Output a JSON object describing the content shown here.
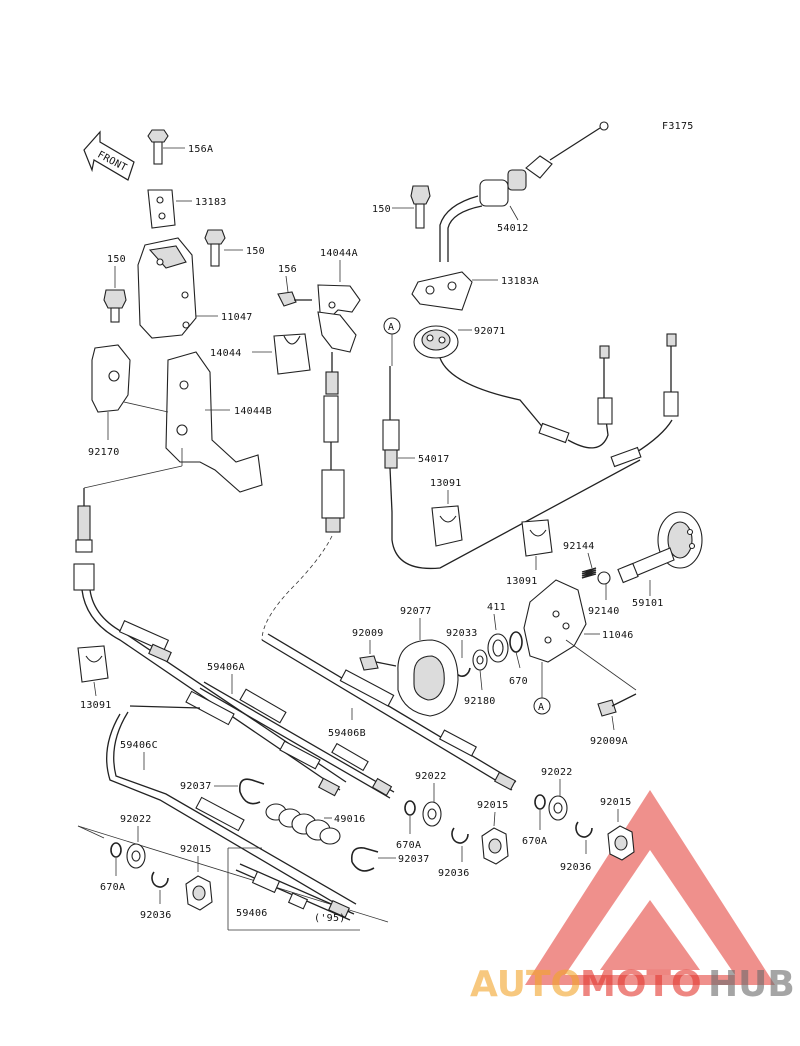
{
  "diagram": {
    "ref_code": "F3175",
    "front_label": "FRONT",
    "view_marker": "A",
    "labels": {
      "p156A": "156A",
      "p13183": "13183",
      "p150_top": "150",
      "p150_left": "150",
      "p11047": "11047",
      "p156": "156",
      "p14044A": "14044A",
      "p14044": "14044",
      "p14044B": "14044B",
      "p92170": "92170",
      "p150_right": "150",
      "p54012": "54012",
      "p13183A": "13183A",
      "p92071": "92071",
      "p54017": "54017",
      "p13091_mid": "13091",
      "p13091_right": "13091",
      "p13091_left": "13091",
      "p92144": "92144",
      "p92140": "92140",
      "p59101": "59101",
      "p92077": "92077",
      "p411": "411",
      "p92009": "92009",
      "p92033": "92033",
      "p11046": "11046",
      "p670": "670",
      "p92180": "92180",
      "p92009A": "92009A",
      "p59406A": "59406A",
      "p59406B": "59406B",
      "p59406C": "59406C",
      "p92037_a": "92037",
      "p92037_b": "92037",
      "p49016": "49016",
      "p92022_a": "92022",
      "p92022_b": "92022",
      "p92022_c": "92022",
      "p92015_a": "92015",
      "p92015_b": "92015",
      "p92015_c": "92015",
      "p670A_a": "670A",
      "p670A_b": "670A",
      "p670A_c": "670A",
      "p92036_a": "92036",
      "p92036_b": "92036",
      "p92036_c": "92036",
      "p59406": "59406",
      "p95": "('95)"
    }
  },
  "watermark": {
    "brand_part1": "AUTO",
    "brand_part2": "MOTO",
    "brand_part3": "HUB",
    "color_triangle": "#e3372f",
    "color_part1": "#f2a52b",
    "color_part2": "#e3372f",
    "color_part3": "#6b6b6b"
  }
}
